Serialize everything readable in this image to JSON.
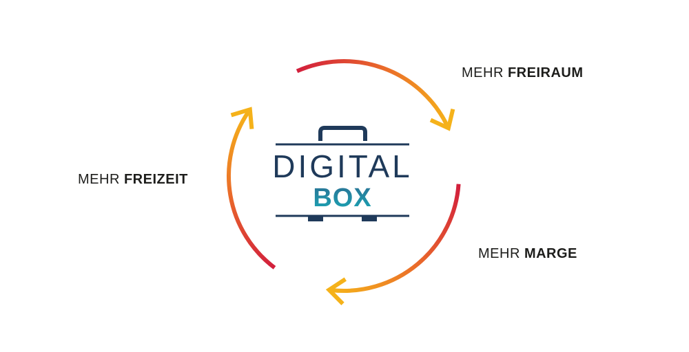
{
  "labels": {
    "freiraum": {
      "prefix": "MEHR",
      "bold": "FREIRAUM"
    },
    "freizeit": {
      "prefix": "MEHR",
      "bold": "FREIZEIT"
    },
    "marge": {
      "prefix": "MEHR",
      "bold": "MARGE"
    }
  },
  "logo": {
    "line1": "DIGITAL",
    "line2": "BOX"
  },
  "colors": {
    "navy": "#1f3a5a",
    "teal_top": "#2a7f9a",
    "teal_bottom": "#1aa5b5",
    "arc_start": "#d21f3c",
    "arc_mid": "#ea6a2a",
    "arc_end": "#f5b21a"
  }
}
